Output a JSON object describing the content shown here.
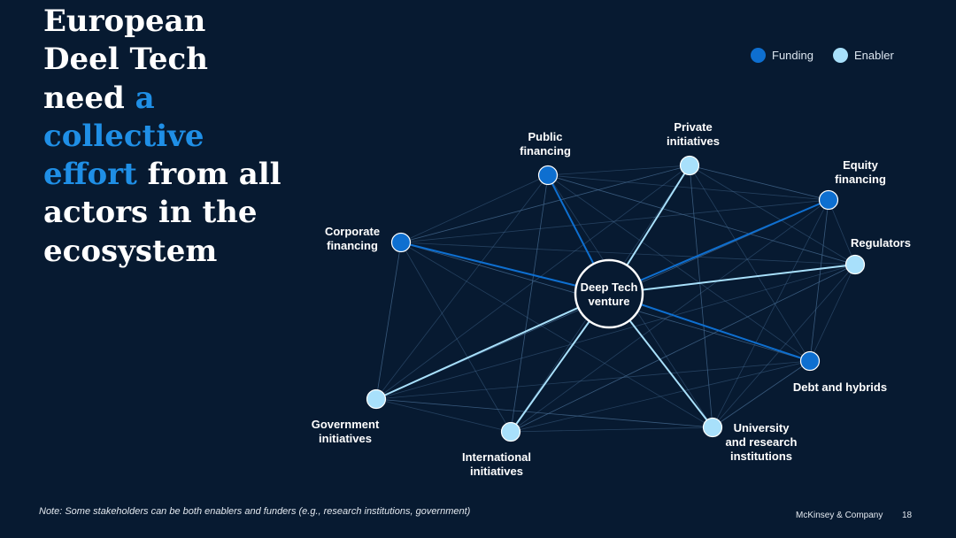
{
  "headline": {
    "line1": "European",
    "line2": "Deel Tech",
    "line3_before": "need ",
    "line3_accent": "a",
    "line4_accent": "collective",
    "line5_accent": "effort",
    "line5_after": " from all",
    "line6": "actors in the",
    "line7": "ecosystem"
  },
  "legend": {
    "funding_label": "Funding",
    "enabler_label": "Enabler"
  },
  "colors": {
    "background": "#071a31",
    "funding": "#0e6fd0",
    "enabler": "#a8e0fb",
    "accent_text": "#1f8fe6",
    "mesh_line": "#4a6f96"
  },
  "center": {
    "label": "Deep Tech\nventure"
  },
  "nodes": [
    {
      "id": "public",
      "label": "Public\nfinancing",
      "type": "funding"
    },
    {
      "id": "private",
      "label": "Private\ninitiatives",
      "type": "enabler"
    },
    {
      "id": "equity",
      "label": "Equity\nfinancing",
      "type": "funding"
    },
    {
      "id": "regulators",
      "label": "Regulators",
      "type": "enabler"
    },
    {
      "id": "debt",
      "label": "Debt and hybrids",
      "type": "funding"
    },
    {
      "id": "university",
      "label": "University\nand research\ninstitutions",
      "type": "enabler"
    },
    {
      "id": "international",
      "label": "International\ninitiatives",
      "type": "enabler"
    },
    {
      "id": "government",
      "label": "Government\ninitiatives",
      "type": "enabler"
    },
    {
      "id": "corporate",
      "label": "Corporate\nfinancing",
      "type": "funding"
    }
  ],
  "note": "Note: Some stakeholders can be both enablers and funders (e.g., research institutions, government)",
  "footer": {
    "company": "McKinsey & Company",
    "page": "18"
  }
}
